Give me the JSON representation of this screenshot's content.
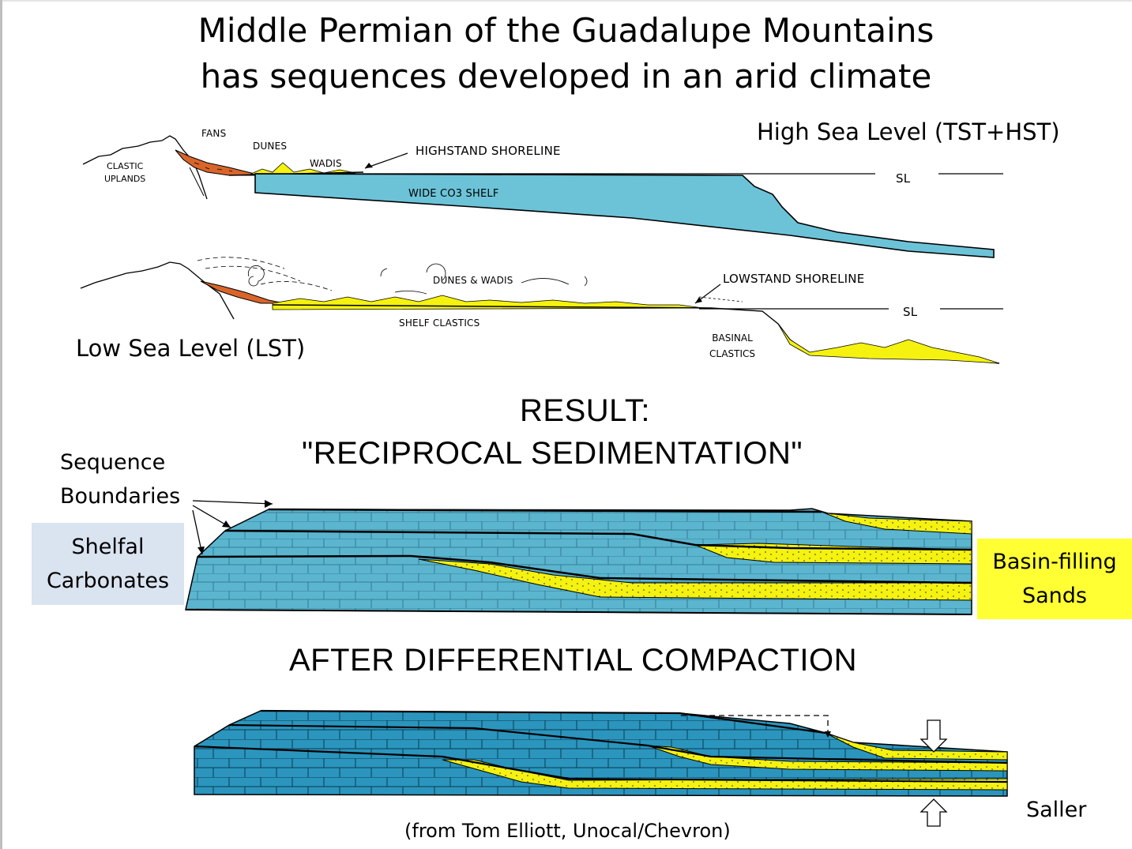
{
  "title": {
    "line1": "Middle Permian of the Guadalupe Mountains",
    "line2": "has sequences developed in an arid climate"
  },
  "high_panel": {
    "heading": "High Sea Level (TST+HST)",
    "labels": {
      "fans": "FANS",
      "dunes": "DUNES",
      "wadis": "WADIS",
      "clastic_uplands": [
        "CLASTIC",
        "UPLANDS"
      ],
      "highstand_shoreline": "HIGHSTAND SHORELINE",
      "wide_shelf": "WIDE CO3 SHELF",
      "sl": "SL"
    }
  },
  "low_panel": {
    "heading": "Low Sea Level (LST)",
    "labels": {
      "dunes_wadis": "DUNES & WADIS",
      "lowstand_shoreline": "LOWSTAND SHORELINE",
      "shelf_clastics": "SHELF CLASTICS",
      "basinal_clastics": [
        "BASINAL",
        "CLASTICS"
      ],
      "sl": "SL"
    }
  },
  "result": {
    "line1": "RESULT:",
    "line2": "\"RECIPROCAL SEDIMENTATION\"",
    "sequence_boundaries": [
      "Sequence",
      "Boundaries"
    ],
    "shelfal_carbonates": [
      "Shelfal",
      "Carbonates"
    ],
    "basin_filling_sands": [
      "Basin-filling",
      "Sands"
    ]
  },
  "compaction": {
    "heading": "AFTER DIFFERENTIAL COMPACTION"
  },
  "credits": {
    "source": "(from Tom Elliott, Unocal/Chevron)",
    "author": "Saller"
  },
  "colors": {
    "shelf_blue": "#6cc3d8",
    "carbonate_blue": "#5bb5cf",
    "compacted_blue": "#2b95bd",
    "sand_yellow": "#f5f20f",
    "fan_orange": "#d9652a",
    "callout_blue": "#dae3f0",
    "callout_yellow": "#ffff33"
  }
}
